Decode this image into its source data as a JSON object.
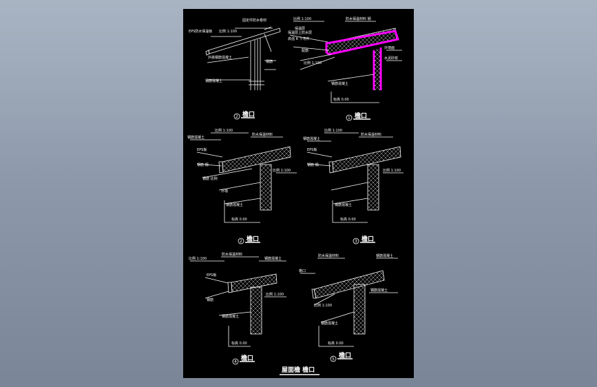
{
  "colors": {
    "background": "#000000",
    "ink": "#ffffff",
    "highlight": "#ff00ff"
  },
  "sheet_title": "屋面檐 檐口",
  "details": [
    {
      "number": "2",
      "title": "檐口",
      "labels": [
        "固定件防水卷材",
        "EPS防水保温板",
        "比例 1:100",
        "外挑钢筋混凝土",
        "钢筋混凝土",
        "钢筋"
      ]
    },
    {
      "number": "1",
      "title": "檐口",
      "labels": [
        "比例 1:100",
        "防水保温材料 钢",
        "保温层",
        "保温层上防水层",
        "高强 R 下弯件",
        "配筋",
        "比例 1:100",
        "钢筋混凝土",
        "外墙面",
        "水泥砂浆",
        "标高 0.00"
      ]
    },
    {
      "number": "2",
      "title": "檐口",
      "labels": [
        "比例 1:100",
        "防水保温材料",
        "钢筋混凝土",
        "EPS板",
        "钢筋 钢",
        "钢筋 比例",
        "外墙",
        "比例 1:100",
        "钢筋混凝土",
        "标高 0.00"
      ]
    },
    {
      "number": "3",
      "title": "檐口",
      "labels": [
        "比例 1:100",
        "防水保温材料",
        "钢筋混凝土",
        "EPS板",
        "钢筋 钢",
        "比例 1:100",
        "钢筋混凝土",
        "标高 0.00"
      ]
    },
    {
      "number": "4",
      "title": "檐口",
      "labels": [
        "比例 1:100",
        "防水保温材料",
        "钢筋混凝土",
        "EPS板",
        "钢筋",
        "比例 1:100",
        "钢筋混凝土",
        "标高 0.00"
      ]
    },
    {
      "number": "5",
      "title": "檐口",
      "labels": [
        "防水保温材料",
        "钢筋混凝土",
        "檐口",
        "比例 1:100",
        "钢筋混凝土",
        "钢筋混凝土",
        "标高 0.00"
      ]
    }
  ]
}
